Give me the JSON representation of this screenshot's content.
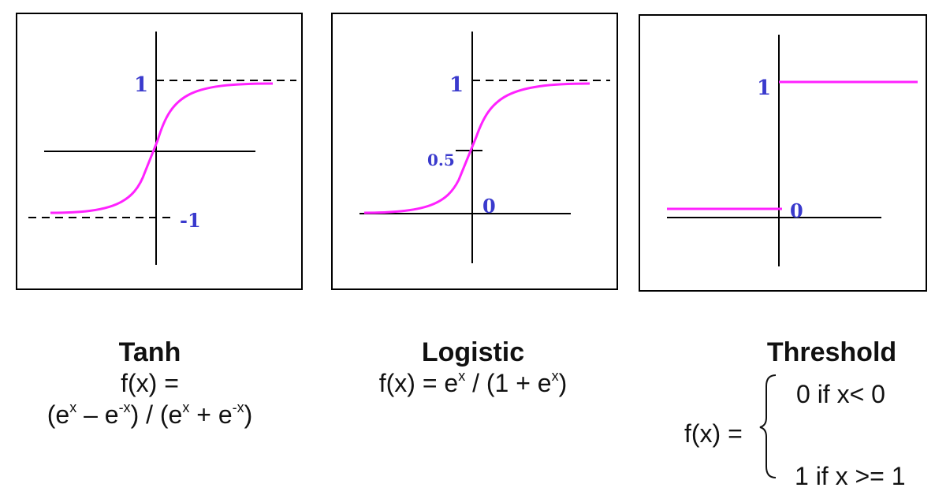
{
  "panels": [
    {
      "id": "tanh",
      "ticks": {
        "upper": "1",
        "lower": "-1"
      },
      "caption": {
        "title": "Tanh",
        "line1": "f(x) =",
        "line2": {
          "p1": "(e",
          "s1": "x",
          "p2": " – e",
          "s2": "-x",
          "p3": ") / (e",
          "s3": "x",
          "p4": " + e",
          "s4": "-x",
          "p5": ")"
        }
      }
    },
    {
      "id": "logistic",
      "ticks": {
        "upper": "1",
        "mid": "0.5",
        "zero": "0"
      },
      "caption": {
        "title": "Logistic",
        "line1": {
          "p1": "f(x) = e",
          "s1": "x",
          "p2": " / (1 + e",
          "s2": "x",
          "p3": ")"
        }
      }
    },
    {
      "id": "threshold",
      "ticks": {
        "upper": "1",
        "zero": "0"
      },
      "caption": {
        "title": "Threshold",
        "lhs": "f(x) =",
        "case1": "0 if x< 0",
        "case2": "1 if x >= 1"
      }
    }
  ],
  "colors": {
    "curve": "#ff22ff",
    "tick_label": "#3a3acd",
    "axis": "#000000"
  }
}
